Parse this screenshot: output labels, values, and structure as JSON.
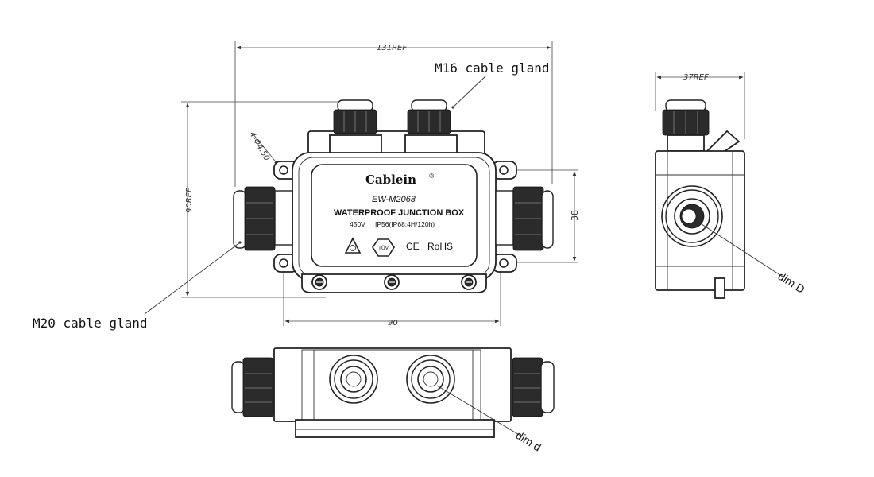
{
  "callouts": {
    "m16": "M16 cable gland",
    "m20": "M20 cable gland",
    "dim_D": "dim D",
    "dim_d": "dim d"
  },
  "dimensions": {
    "overall_length": "131REF",
    "overall_height": "90REF",
    "depth": "37REF",
    "mount_width": "90",
    "body_height": "38",
    "holes": "4-Φ4.50"
  },
  "label": {
    "brand": "Cablein",
    "registered": "®",
    "model": "EW-M2068",
    "title": "WATERPROOF   JUNCTION BOX",
    "voltage": "450V",
    "rating": "IP56(IP68:4H/120h)",
    "ce": "CE",
    "rohs": "RoHS",
    "tuv": "TÜV"
  }
}
